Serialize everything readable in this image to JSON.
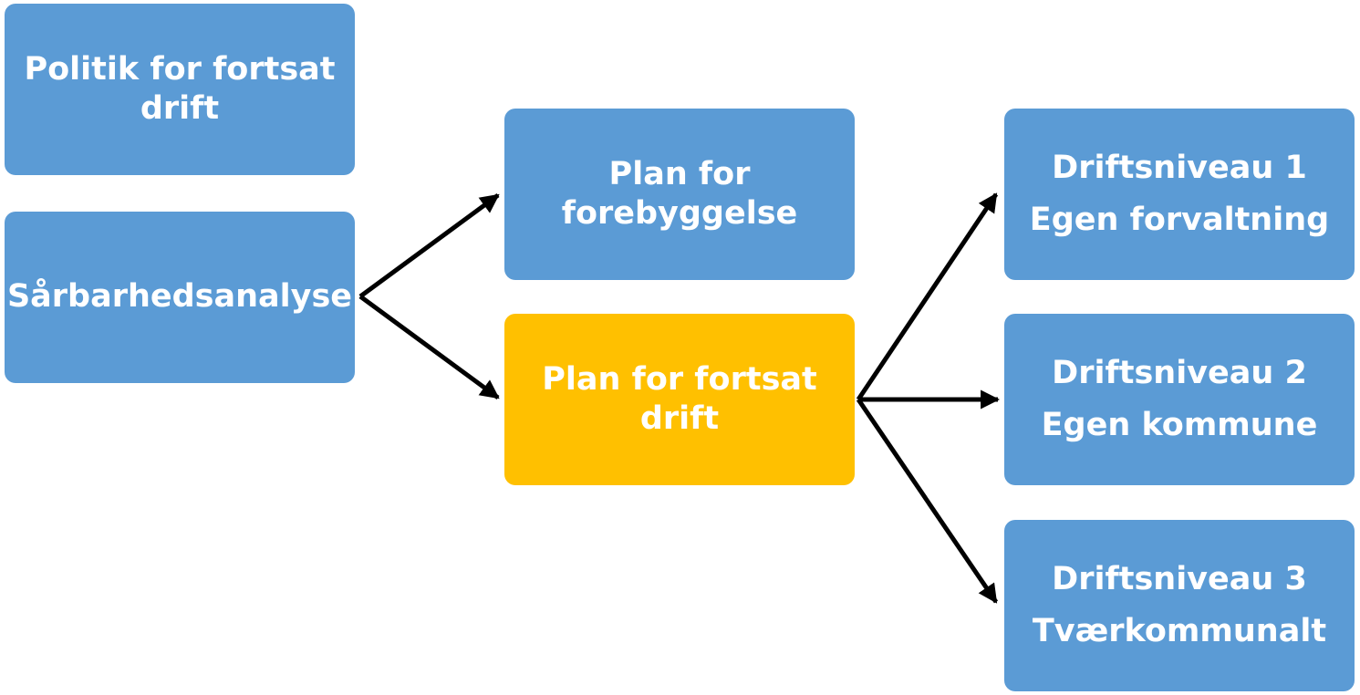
{
  "boxes": {
    "politik": {
      "text": "Politik for fortsat drift",
      "color": "#5b9bd5"
    },
    "saarbarhed": {
      "text": "Sårbarhedsanalyse",
      "color": "#5b9bd5"
    },
    "forebyggelse": {
      "text": "Plan for forebyggelse",
      "color": "#5b9bd5"
    },
    "fortsat_drift": {
      "text": "Plan for fortsat drift",
      "color": "#ffc000"
    },
    "niveau1": {
      "line1": "Driftsniveau 1",
      "line2": "Egen forvaltning",
      "color": "#5b9bd5"
    },
    "niveau2": {
      "line1": "Driftsniveau 2",
      "line2": "Egen kommune",
      "color": "#5b9bd5"
    },
    "niveau3": {
      "line1": "Driftsniveau 3",
      "line2": "Tværkommunalt",
      "color": "#5b9bd5"
    }
  },
  "connections": [
    {
      "from": "Sårbarhedsanalyse",
      "to": "Plan for forebyggelse"
    },
    {
      "from": "Sårbarhedsanalyse",
      "to": "Plan for fortsat drift"
    },
    {
      "from": "Plan for fortsat drift",
      "to": "Driftsniveau 1"
    },
    {
      "from": "Plan for fortsat drift",
      "to": "Driftsniveau 2"
    },
    {
      "from": "Plan for fortsat drift",
      "to": "Driftsniveau 3"
    }
  ]
}
